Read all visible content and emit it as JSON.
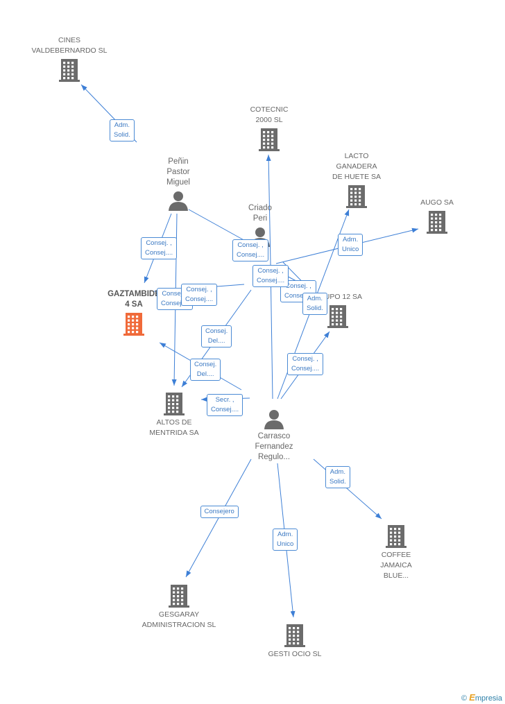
{
  "nodes": [
    {
      "id": "cines",
      "label": "CINES\nVALDEBERNARDO SL",
      "kind": "company"
    },
    {
      "id": "cotecnic",
      "label": "COTECNIC\n2000 SL",
      "kind": "company"
    },
    {
      "id": "lacto",
      "label": "LACTO\nGANADERA\nDE HUETE SA",
      "kind": "company"
    },
    {
      "id": "augo",
      "label": "AUGO SA",
      "kind": "company"
    },
    {
      "id": "gaztambide",
      "label": "GAZTAMBIDE\n4 SA",
      "kind": "main"
    },
    {
      "id": "grupo12",
      "label": "GRUPO 12 SA",
      "kind": "company"
    },
    {
      "id": "altos",
      "label": "ALTOS DE\nMENTRIDA SA",
      "kind": "company"
    },
    {
      "id": "coffee",
      "label": "COFFEE\nJAMAICA\nBLUE...",
      "kind": "company"
    },
    {
      "id": "gesgaray",
      "label": "GESGARAY\nADMINISTRACION SL",
      "kind": "company"
    },
    {
      "id": "gestiocio",
      "label": "GESTI OCIO SL",
      "kind": "company"
    },
    {
      "id": "penin",
      "label": "Peñin\nPastor\nMiguel",
      "kind": "person"
    },
    {
      "id": "criado",
      "label": "Criado\nPeri",
      "kind": "person"
    },
    {
      "id": "carrasco",
      "label": "Carrasco\nFernandez\nRegulo...",
      "kind": "person"
    }
  ],
  "edges": [
    {
      "label": "Adm.\nSolid."
    },
    {
      "label": "Consej. ,\nConsej...."
    },
    {
      "label": "Consej. ,\nConsej...."
    },
    {
      "label": "Consej. ,\nConsej...."
    },
    {
      "label": "Consej. ,\nConsej...."
    },
    {
      "label": "Adm.\nUnico"
    },
    {
      "label": "Consej. ,\nConsej...."
    },
    {
      "label": "Consej. ,\nConsej...."
    },
    {
      "label": "Adm.\nSolid."
    },
    {
      "label": "Consej.\nDel...."
    },
    {
      "label": "Consej.\nDel...."
    },
    {
      "label": "Consej. ,\nConsej...."
    },
    {
      "label": "Secr. ,\nConsej...."
    },
    {
      "label": "Adm.\nSolid."
    },
    {
      "label": "Consejero"
    },
    {
      "label": "Adm.\nUnico"
    }
  ],
  "colors": {
    "edge": "#3d7fd6",
    "company": "#6b6b6b",
    "main": "#f06a3a",
    "label_border": "#4a8ad4"
  },
  "logo": {
    "copyright": "©",
    "brand_initial": "E",
    "brand_rest": "mpresia"
  }
}
